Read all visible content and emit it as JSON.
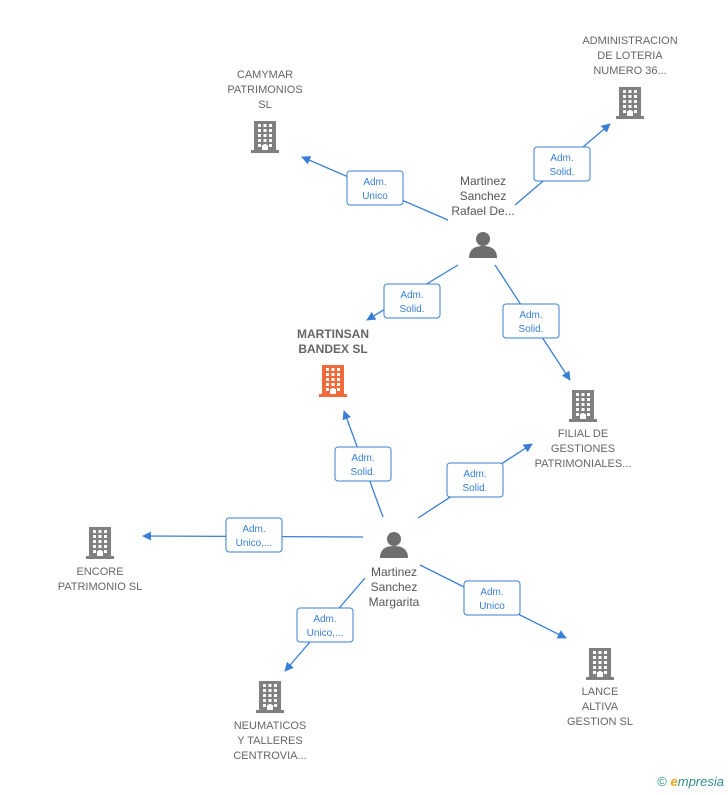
{
  "colors": {
    "edge": "#3a7fd5",
    "company": "#808080",
    "main_company": "#f06a3b",
    "person": "#6e6e6e",
    "footer": "#2f8f8a",
    "footer_accent": "#e8a21b"
  },
  "nodes": [
    {
      "id": "camymar",
      "type": "company",
      "label": [
        "CAMYMAR",
        "PATRIMONIOS",
        "SL"
      ]
    },
    {
      "id": "loteria",
      "type": "company",
      "label": [
        "ADMINISTRACION",
        "DE LOTERIA",
        "NUMERO 36..."
      ]
    },
    {
      "id": "martinsan",
      "type": "company",
      "main": true,
      "label": [
        "MARTINSAN",
        "BANDEX  SL"
      ]
    },
    {
      "id": "filial",
      "type": "company",
      "label": [
        "FILIAL DE",
        "GESTIONES",
        "PATRIMONIALES..."
      ]
    },
    {
      "id": "encore",
      "type": "company",
      "label": [
        "ENCORE",
        "PATRIMONIO SL"
      ]
    },
    {
      "id": "neumaticos",
      "type": "company",
      "label": [
        "NEUMATICOS",
        "Y TALLERES",
        "CENTROVIA..."
      ]
    },
    {
      "id": "lance",
      "type": "company",
      "label": [
        "LANCE",
        "ALTIVA",
        "GESTION SL"
      ]
    },
    {
      "id": "rafael",
      "type": "person",
      "label": [
        "Martinez",
        "Sanchez",
        "Rafael De..."
      ]
    },
    {
      "id": "margarita",
      "type": "person",
      "label": [
        "Martinez",
        "Sanchez",
        "Margarita"
      ]
    }
  ],
  "edges": [
    {
      "from": "rafael",
      "to": "camymar",
      "label": [
        "Adm.",
        "Unico"
      ]
    },
    {
      "from": "rafael",
      "to": "loteria",
      "label": [
        "Adm.",
        "Solid."
      ]
    },
    {
      "from": "rafael",
      "to": "martinsan",
      "label": [
        "Adm.",
        "Solid."
      ]
    },
    {
      "from": "rafael",
      "to": "filial",
      "label": [
        "Adm.",
        "Solid."
      ]
    },
    {
      "from": "margarita",
      "to": "martinsan",
      "label": [
        "Adm.",
        "Solid."
      ]
    },
    {
      "from": "margarita",
      "to": "filial",
      "label": [
        "Adm.",
        "Solid."
      ]
    },
    {
      "from": "margarita",
      "to": "encore",
      "label": [
        "Adm.",
        "Unico,..."
      ]
    },
    {
      "from": "margarita",
      "to": "neumaticos",
      "label": [
        "Adm.",
        "Unico,..."
      ]
    },
    {
      "from": "margarita",
      "to": "lance",
      "label": [
        "Adm.",
        "Unico"
      ]
    }
  ],
  "footer": {
    "copyright": "©",
    "brand_initial": "e",
    "brand_rest": "mpresia"
  }
}
